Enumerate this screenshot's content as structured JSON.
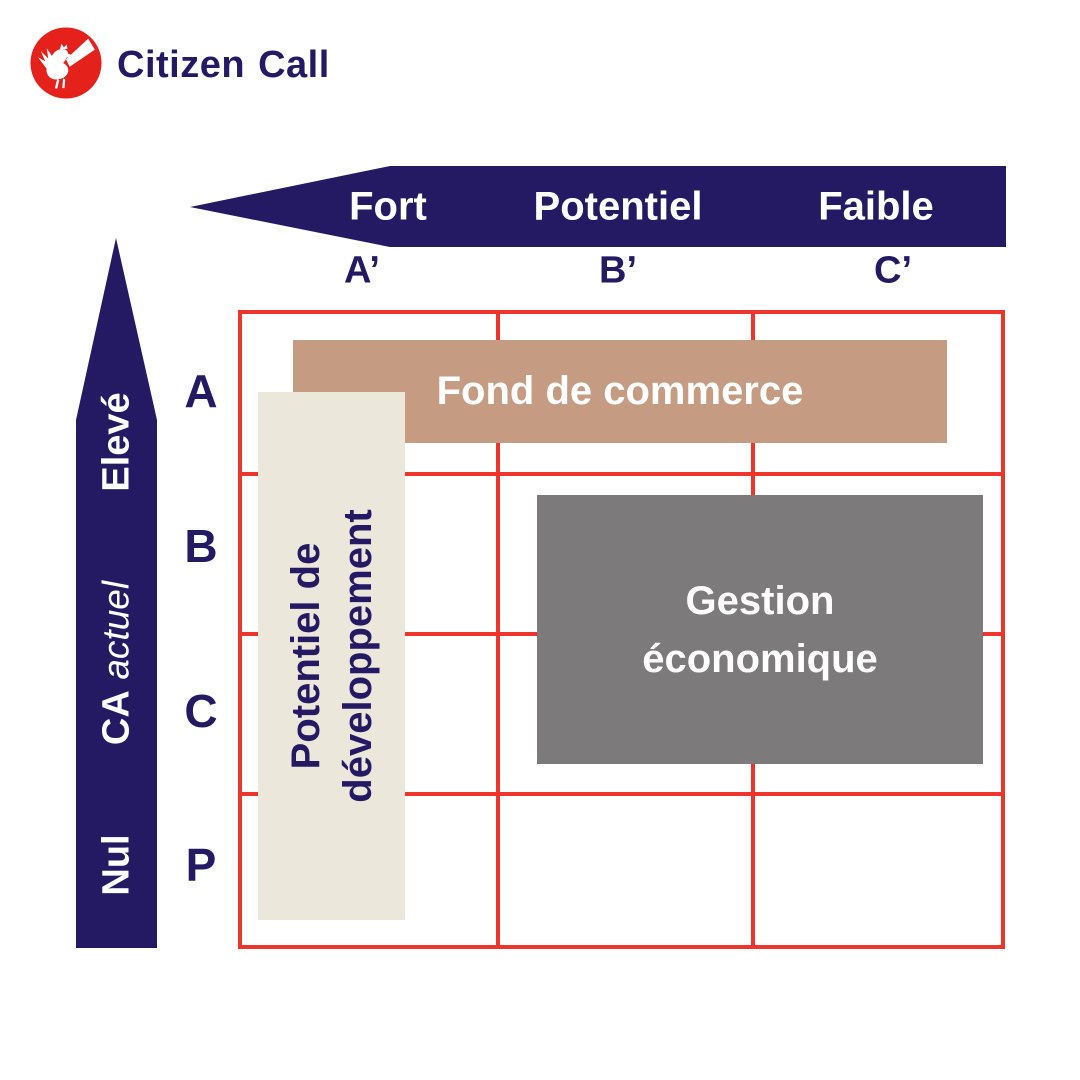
{
  "brand": {
    "first": "Citizen",
    "second": "Call"
  },
  "h_axis": {
    "labels": [
      "Fort",
      "Potentiel",
      "Faible"
    ],
    "column_labels": [
      "A’",
      "B’",
      "C’"
    ]
  },
  "v_axis": {
    "scale_low": "Nul",
    "title_strong": "CA",
    "title_italic": "actuel",
    "scale_high": "Elevé",
    "row_labels": [
      "A",
      "B",
      "C",
      "P"
    ]
  },
  "matrix": {
    "rows": 4,
    "cols": 3,
    "boxes": [
      {
        "id": "fond-de-commerce",
        "label": "Fond de commerce",
        "color": "#c59c81"
      },
      {
        "id": "potentiel-developpement",
        "label_line1": "Potentiel de",
        "label_line2": "développement",
        "color": "#ece7db"
      },
      {
        "id": "gestion-economique",
        "label_line1": "Gestion",
        "label_line2": "économique",
        "color": "#7c7a7b"
      }
    ]
  },
  "colors": {
    "navy": "#241963",
    "grid_red": "#ee352c",
    "tan": "#c59c81",
    "cream": "#ece7db",
    "gray": "#7c7a7b",
    "logo_red": "#e5211b",
    "white": "#ffffff"
  }
}
